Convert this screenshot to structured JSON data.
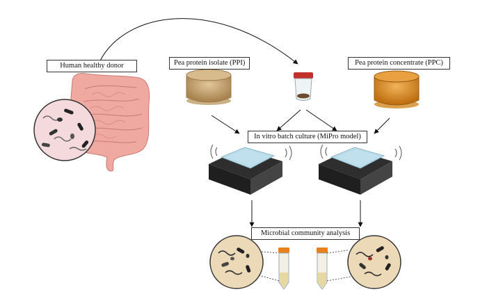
{
  "labels": {
    "donor": "Human healthy donor",
    "ppi": "Pea protein isolate (PPI)",
    "ppc": "Pea protein concentrate (PPC)",
    "batch": "In vitro batch culture (MiPro model)",
    "analysis": "Microbial community analysis"
  },
  "icons": {
    "intestine": "intestine-icon",
    "microbe_circle": "gut-microbiota-icon",
    "ppi_bowl": "pea-protein-isolate-bowl-icon",
    "stool_cup": "stool-sample-cup-icon",
    "ppc_bowl": "pea-protein-concentrate-bowl-icon",
    "device": "batch-culture-device-icon",
    "tube": "sample-tube-icon",
    "community_circle": "microbial-community-icon"
  },
  "colors": {
    "intestine": "#f0a9a0",
    "ppi_powder": "#c6a06a",
    "ppc_powder": "#e0902e",
    "tube_cap": "#e8801e",
    "device_body": "#333333",
    "plate": "#bfe0ec",
    "microbe_bg": "#f4d9dd",
    "community_bg": "#ecd9b8"
  }
}
